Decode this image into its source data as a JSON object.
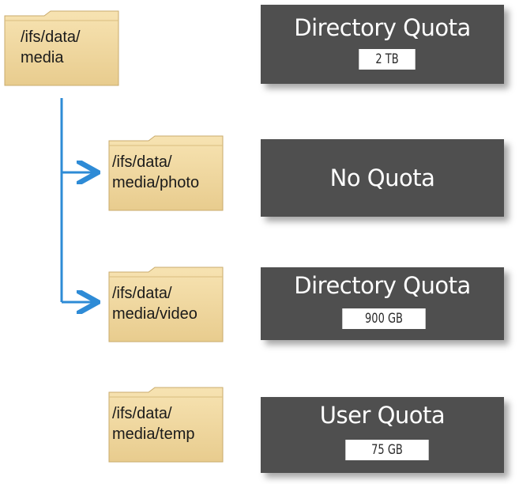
{
  "folders": [
    {
      "label": "/ifs/data/\nmedia"
    },
    {
      "label": "/ifs/data/\nmedia/photo"
    },
    {
      "label": "/ifs/data/\nmedia/video"
    },
    {
      "label": "/ifs/data/\nmedia/temp"
    }
  ],
  "quotas": [
    {
      "title": "Directory Quota",
      "value": "2 TB"
    },
    {
      "title": "No Quota",
      "value": ""
    },
    {
      "title": "Directory Quota",
      "value": "900 GB"
    },
    {
      "title": "User Quota",
      "value": "75 GB"
    }
  ],
  "colors": {
    "connector": "#2e8bd6",
    "folder_fill": "#f0d79f",
    "quota_box": "#4f4f4f"
  }
}
